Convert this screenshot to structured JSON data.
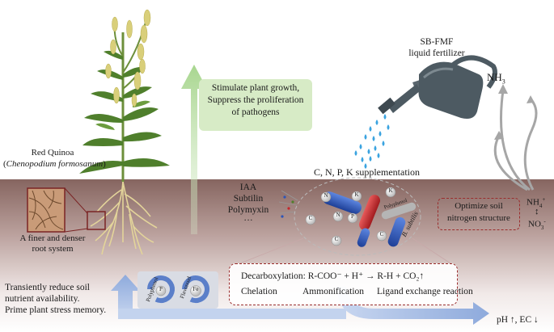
{
  "plant": {
    "caption_line1": "Red Quinoa",
    "caption_line2_open": "(",
    "caption_line2_species": "Chenopodium formosanum",
    "caption_line2_close": ")"
  },
  "root": {
    "line1": "A finer and denser",
    "line2": "root system"
  },
  "stimulate": {
    "line1": "Stimulate plant growth,",
    "line2": "Suppress the proliferation",
    "line3": "of pathogens"
  },
  "fertilizer": {
    "line1": "SB-FMF",
    "line2": "liquid fertilizer"
  },
  "ammonia": {
    "nh3_main": "NH",
    "nh3_sub": "3"
  },
  "supplement": "C, N, P, K supplementation",
  "compounds": [
    "IAA",
    "Subtilin",
    "Polymyxin",
    "···"
  ],
  "microbe_labels": {
    "n": "N",
    "k": "K",
    "c": "C",
    "p": "P",
    "polyphenol": "Polyphenol",
    "b_subtilis": "B. subtilis"
  },
  "nitrogen_box": {
    "line1": "Optimize soil",
    "line2": "nitrogen structure"
  },
  "nitrogen_forms": {
    "nh4_main": "NH",
    "nh4_sub": "4",
    "nh4_sup": "+",
    "arrow": "↕",
    "no3_main": "NO",
    "no3_sub": "3",
    "no3_sup": "-"
  },
  "stress": {
    "line1": "Transiently reduce soil",
    "line2": "nutrient availability.",
    "line3": "Prime plant stress memory."
  },
  "chelate": {
    "polyphenol": "Polyphenol",
    "flavonoid": "Flavonoid",
    "p": "P",
    "fe": "Fe"
  },
  "reactions": {
    "decarboxylation": "Decarboxylation:  R-COO⁻ + H⁺ → R-H + CO₂↑",
    "chelation": "Chelation",
    "ammonification": "Ammonification",
    "ligand": "Ligand exchange reaction"
  },
  "ph_ec": "pH ↑, EC ↓",
  "colors": {
    "soil_top": "#8c6a66",
    "soil_bottom": "#ffffff",
    "stimulate_bg": "#d7ebc6",
    "dashed_border": "#9a2d2d",
    "blue_arrow": "#9fb6e0",
    "green_arrow": "#b7dba1",
    "bacteria_blue": "#2c56b8",
    "bacteria_red": "#c5262b",
    "droplet": "#3aa3e0",
    "can": "#4d5a62"
  }
}
